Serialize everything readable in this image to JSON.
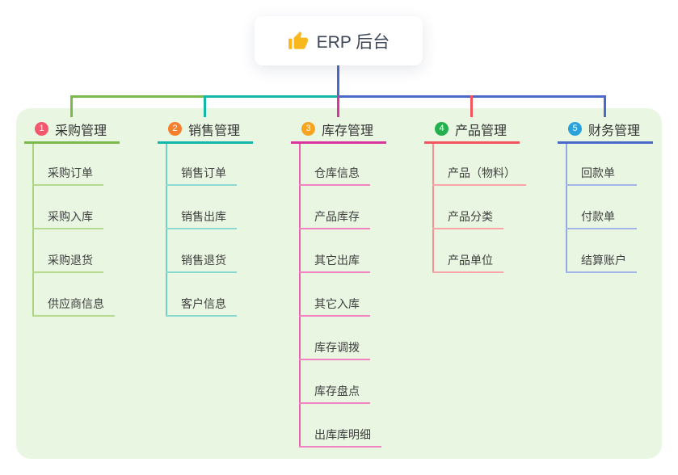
{
  "root": {
    "label": "ERP 后台",
    "icon": "thumbs-up-icon",
    "icon_color": "#f8b81d",
    "text_color": "#3d4656"
  },
  "panel": {
    "bg_color": "#e9f6e2"
  },
  "connector": {
    "root_drop_color": "#4a69c9"
  },
  "branches": [
    {
      "index": "1",
      "label": "采购管理",
      "badge_color": "#f4586c",
      "line_color": "#7cb94c",
      "stem_color": "#a9d57e",
      "child_line_color": "#b5da8d",
      "children": [
        "采购订单",
        "采购入库",
        "采购退货",
        "供应商信息"
      ]
    },
    {
      "index": "2",
      "label": "销售管理",
      "badge_color": "#f57f2c",
      "line_color": "#12b7a9",
      "stem_color": "#6fd2c6",
      "child_line_color": "#8cd9cf",
      "children": [
        "销售订单",
        "销售出库",
        "销售退货",
        "客户信息"
      ]
    },
    {
      "index": "3",
      "label": "库存管理",
      "badge_color": "#f7a420",
      "line_color": "#d8359f",
      "stem_color": "#ee5fae",
      "child_line_color": "#f283c3",
      "children": [
        "仓库信息",
        "产品库存",
        "其它出库",
        "其它入库",
        "库存调拨",
        "库存盘点",
        "出库库明细"
      ]
    },
    {
      "index": "4",
      "label": "产品管理",
      "badge_color": "#23b14d",
      "line_color": "#f4545e",
      "stem_color": "#f88f95",
      "child_line_color": "#f9a6ab",
      "children": [
        "产品（物料）",
        "产品分类",
        "产品单位"
      ]
    },
    {
      "index": "5",
      "label": "财务管理",
      "badge_color": "#2aa2dd",
      "line_color": "#4a69c9",
      "stem_color": "#93a9e2",
      "child_line_color": "#a3b6e7",
      "children": [
        "回款单",
        "付款单",
        "结算账户"
      ]
    }
  ]
}
